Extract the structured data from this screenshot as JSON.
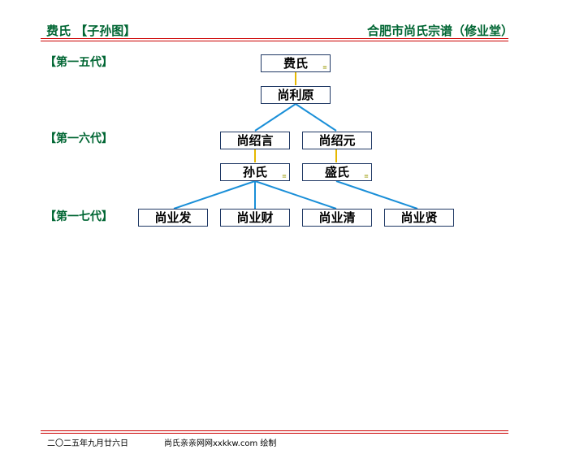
{
  "header": {
    "left_title": "费氏 【子孙图】",
    "right_title": "合肥市尚氏宗谱（修业堂）"
  },
  "generations": [
    "【第一五代】",
    "【第一六代】",
    "【第一七代】"
  ],
  "nodes": {
    "fei": "费氏",
    "shang_liyuan": "尚利原",
    "shang_shaoyan": "尚绍言",
    "shang_shaoyuan": "尚绍元",
    "sun": "孙氏",
    "sheng": "盛氏",
    "shang_yefa": "尚业发",
    "shang_yecai": "尚业财",
    "shang_yeqing": "尚业清",
    "shang_yexian": "尚业贤"
  },
  "marker_glyph": "≡",
  "colors": {
    "header_text": "#006633",
    "rule": "#cc0000",
    "node_border": "#1f3864",
    "spouse_link": "#e6b800",
    "descent_link": "#1a8fd8"
  },
  "footer": {
    "date": "二〇二五年九月廿六日",
    "credit": "尚氏亲亲网网xxkkw.com 绘制"
  }
}
